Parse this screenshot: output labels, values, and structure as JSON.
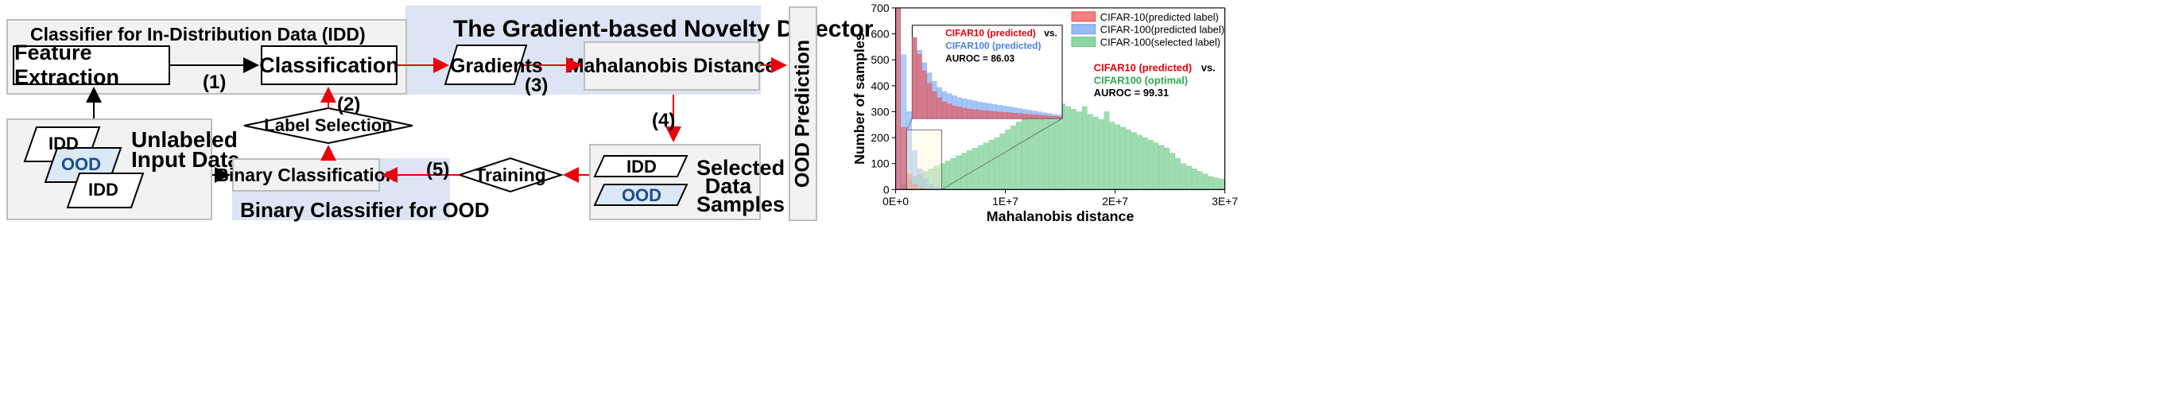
{
  "diagram": {
    "gradient_detector_title": "The Gradient-based Novelty Detector",
    "classifier_idd_title": "Classifier for In-Distribution Data (IDD)",
    "feature_extraction": "Feature Extraction",
    "classification": "Classification",
    "gradients": "Gradients",
    "mahalanobis": "Mahalanobis Distance",
    "ood_prediction": "OOD Prediction",
    "label_selection": "Label Selection",
    "unlabeled_line1": "Unlabeled",
    "unlabeled_line2": "Input Data",
    "idd_tag": "IDD",
    "ood_tag": "OOD",
    "binary_classification": "Binary Classification",
    "binary_classifier_title": "Binary Classifier for OOD",
    "training": "Training",
    "selected_line1": "Selected",
    "selected_line2": "Data",
    "selected_line3": "Samples",
    "step1": "(1)",
    "step2": "(2)",
    "step3": "(3)",
    "step4": "(4)",
    "step5": "(5)"
  },
  "colors": {
    "blue_panel": "#dde4f3",
    "gray_panel": "#f2f2f2",
    "red_arrow": "#e8000b",
    "ood_fill": "#dbe8f5",
    "cifar10": "#f04a4a",
    "cifar100_pred": "#6d9ef0",
    "cifar100_sel": "#5fc47f"
  },
  "chart_data": {
    "type": "histogram",
    "xlabel": "Mahalanobis distance",
    "ylabel": "Number of samples",
    "xlim": [
      0,
      30000000
    ],
    "ylim": [
      0,
      700
    ],
    "xticks": [
      "0E+0",
      "1E+7",
      "2E+7",
      "3E+7"
    ],
    "yticks": [
      "0",
      "100",
      "200",
      "300",
      "400",
      "500",
      "600",
      "700"
    ],
    "legend": [
      "CIFAR-10(predicted label)",
      "CIFAR-100(predicted label)",
      "CIFAR-100(selected label)"
    ],
    "legend_position": "top-right",
    "bin_width": 500000,
    "series": [
      {
        "name": "CIFAR-10(predicted label)",
        "values": [
          700,
          240,
          60,
          20,
          8,
          3,
          1
        ]
      },
      {
        "name": "CIFAR-100(predicted label)",
        "values": [
          700,
          520,
          300,
          150,
          80,
          40,
          20,
          10,
          5
        ]
      },
      {
        "name": "CIFAR-100(selected label)",
        "values": [
          0,
          20,
          40,
          50,
          60,
          70,
          80,
          90,
          100,
          110,
          120,
          130,
          140,
          150,
          160,
          170,
          180,
          190,
          200,
          215,
          230,
          245,
          260,
          275,
          290,
          300,
          310,
          320,
          330,
          340,
          330,
          320,
          310,
          300,
          320,
          290,
          280,
          270,
          300,
          260,
          250,
          240,
          230,
          220,
          210,
          200,
          190,
          180,
          170,
          160,
          140,
          120,
          100,
          90,
          80,
          70,
          60,
          50,
          45,
          40
        ]
      }
    ],
    "annotation": {
      "line1": "CIFAR10 (predicted)",
      "vs": "vs.",
      "line2": "CIFAR100 (optimal)",
      "auroc": "AUROC = 99.31"
    },
    "inset": {
      "line1": "CIFAR10 (predicted)",
      "vs": "vs.",
      "line2": "CIFAR100 (predicted)",
      "auroc": "AUROC = 86.03",
      "xlim": [
        1000000,
        4000000
      ],
      "ylim": [
        250,
        700
      ],
      "cifar10": [
        640,
        560,
        480,
        420,
        380,
        350,
        330,
        320,
        310,
        305,
        300,
        295,
        292,
        290,
        288,
        286,
        284,
        282,
        280,
        278,
        276,
        274,
        272,
        270,
        268,
        266,
        264,
        262,
        260,
        258
      ],
      "cifar100": [
        640,
        580,
        520,
        470,
        430,
        400,
        380,
        370,
        360,
        350,
        345,
        340,
        335,
        330,
        326,
        322,
        318,
        314,
        310,
        306,
        302,
        298,
        294,
        290,
        286,
        282,
        278,
        274,
        270,
        266
      ]
    }
  }
}
